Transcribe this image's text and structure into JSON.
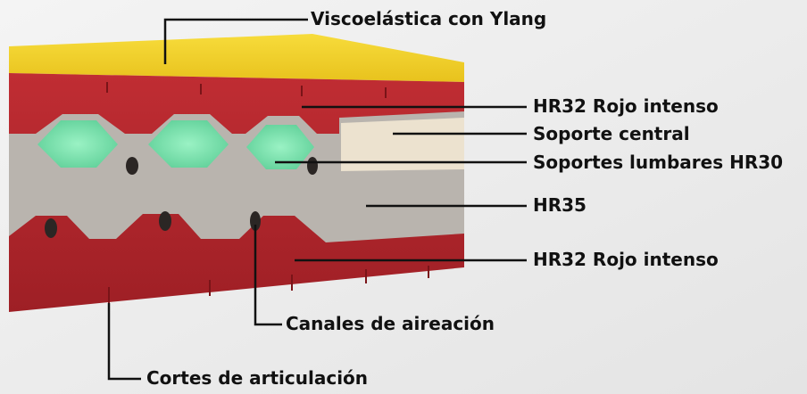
{
  "labels": {
    "viscoelastica": "Viscoelástica con Ylang",
    "hr32_top": "HR32 Rojo intenso",
    "soporte_central": "Soporte central",
    "soportes_lumbares": "Soportes lumbares HR30",
    "hr35": "HR35",
    "hr32_bottom": "HR32 Rojo intenso",
    "canales": "Canales de aireación",
    "cortes": "Cortes de articulación"
  },
  "colors": {
    "background": "#eeeeee",
    "yellow_layer": "#f2d12a",
    "red_layer": "#b3262c",
    "grey_core": "#b8b3ad",
    "lumbar_green": "#7fe3b0",
    "central_support": "#ece2cf",
    "leader_line": "#111111"
  }
}
